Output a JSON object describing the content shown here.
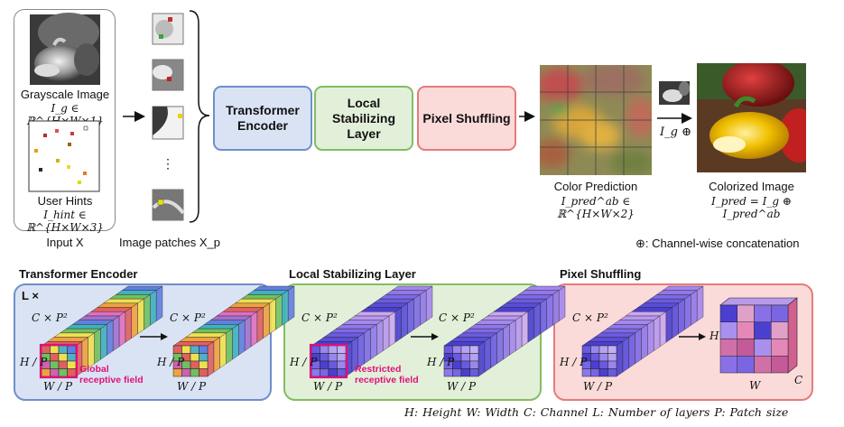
{
  "input": {
    "grayscale_label": "Grayscale Image",
    "grayscale_math": "I_g ∈ ℝ^{H×W×1}",
    "hints_label": "User Hints",
    "hints_math": "I_hint ∈ ℝ^{H×W×3}",
    "caption": "Input X"
  },
  "patches": {
    "dots": "⋮",
    "caption": "Image patches X_p"
  },
  "modules": {
    "encoder": "Transformer Encoder",
    "lsl": "Local Stabilizing Layer",
    "shuffle": "Pixel Shuffling"
  },
  "prediction": {
    "label": "Color Prediction",
    "math": "I_pred^ab ∈ ℝ^{H×W×2}"
  },
  "concat_label": "I_g ⊕",
  "output": {
    "label": "Colorized Image",
    "math": "I_pred = I_g ⊕ I_pred^ab"
  },
  "legend_note": "⊕: Channel-wise concatenation",
  "panels": {
    "encoder": {
      "title": "Transformer Encoder",
      "layers": "L ×",
      "dim_c": "C × P²",
      "dim_h": "H / P",
      "dim_w": "W / P",
      "field_label": "Global receptive field"
    },
    "lsl": {
      "title": "Local Stabilizing Layer",
      "dim_c": "C × P²",
      "dim_h": "H / P",
      "dim_w": "W / P",
      "field_label": "Restricted receptive field"
    },
    "shuffle": {
      "title": "Pixel Shuffling",
      "dim_c": "C × P²",
      "dim_h": "H / P",
      "dim_w": "W / P",
      "out_h": "H",
      "out_w": "W",
      "out_c": "C"
    }
  },
  "footer": "H: Height   W: Width   C: Channel   L: Number of layers   P: Patch size",
  "colors": {
    "encoder_fill": "#dae3f3",
    "encoder_border": "#6f8fcc",
    "lsl_fill": "#e2f0d9",
    "lsl_border": "#82bd62",
    "shuffle_fill": "#fbdada",
    "shuffle_border": "#e57b7b",
    "highlight": "#e0107a"
  }
}
